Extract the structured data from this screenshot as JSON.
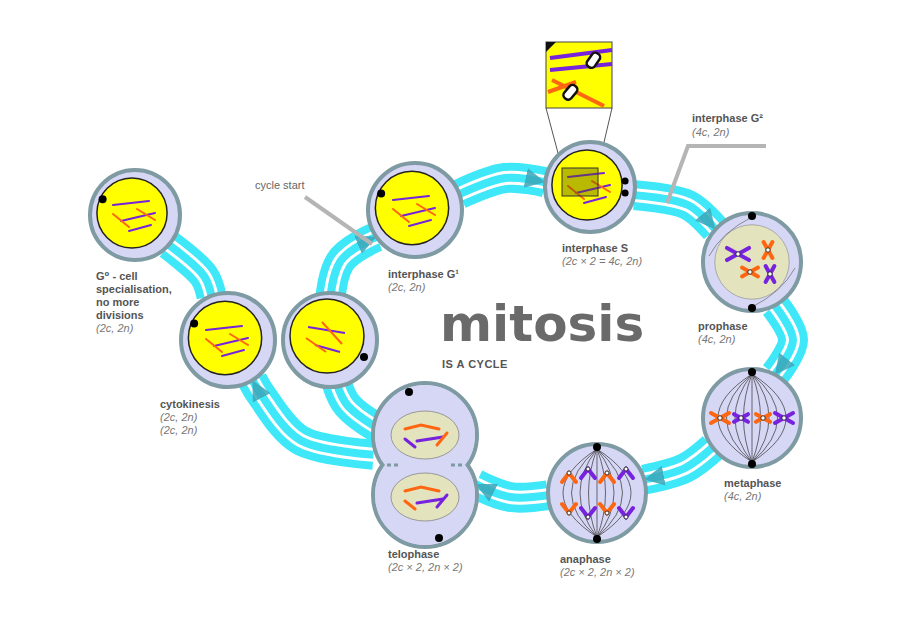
{
  "diagram": {
    "title": "mitosis",
    "nodes": [
      {
        "text": [
          "interphase G¹",
          "(2c, 2n)"
        ]
      },
      {
        "text": [
          "interphase S",
          "(2c × 2 = 4c, 2n)"
        ]
      },
      {
        "text": [
          "prophase",
          "(4c, 2n)"
        ]
      },
      {
        "text": [
          "metaphase",
          "(4c, 2n)"
        ]
      },
      {
        "text": [
          "anaphase",
          "(2c × 2, 2n × 2)"
        ]
      },
      {
        "text": [
          "telophase",
          "(2c × 2, 2n × 2)"
        ]
      },
      {
        "text": [
          "cytokinesis",
          "(2c, 2n)",
          "(2c, 2n)"
        ]
      },
      {
        "text": [
          "G⁰ - cell specialisation, no more divisions",
          "(2c, 2n)"
        ]
      }
    ],
    "edges": [
      {
        "from": 0,
        "to": 1,
        "arrow": "to"
      },
      {
        "from": 1,
        "to": 2,
        "arrow": "to"
      },
      {
        "from": 2,
        "to": 3,
        "arrow": "to"
      },
      {
        "from": 3,
        "to": 4,
        "arrow": "to"
      },
      {
        "from": 4,
        "to": 5,
        "arrow": "to"
      },
      {
        "from": 5,
        "to": 6,
        "arrow": "to"
      },
      {
        "from": 5,
        "to": 0,
        "arrow": "to"
      },
      {
        "from": 6,
        "to": 7,
        "arrow": "none"
      }
    ],
    "labels": [
      "IS A CYCLE",
      "cycle start",
      "interphase G²",
      "(4c, 2n)"
    ]
  }
}
